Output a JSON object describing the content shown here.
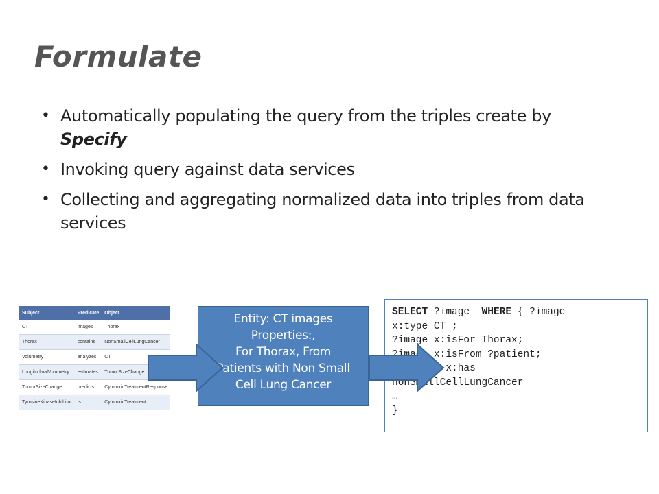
{
  "slide": {
    "title": "Formulate",
    "bullets": [
      {
        "text": "Automatically populating the query from the triples create by ",
        "emphasis": "Specify"
      },
      {
        "text": "Invoking query against data services",
        "emphasis": ""
      },
      {
        "text": "Collecting and aggregating normalized data into triples from data services",
        "emphasis": ""
      }
    ]
  },
  "triples_table": {
    "headers": [
      "Subject",
      "Predicate",
      "Object"
    ],
    "rows": [
      [
        "CT",
        "images",
        "Thorax"
      ],
      [
        "Thorax",
        "contains",
        "NonSmallCellLungCancer"
      ],
      [
        "Volumetry",
        "analyzes",
        "CT"
      ],
      [
        "LongitudinalVolumetry",
        "estimates",
        "TumorSizeChange"
      ],
      [
        "TumorSizeChange",
        "predicts",
        "CytotoxicTreatmentResponse"
      ],
      [
        "TyrosineKinaseInhibitor",
        "is",
        "CytotoxicTreatment"
      ]
    ]
  },
  "entity_box": {
    "lines": [
      "Entity: CT images",
      "Properties:,",
      "For Thorax, From",
      "Patients with Non Small",
      "Cell Lung Cancer"
    ]
  },
  "query": {
    "lines": [
      {
        "kw1": "SELECT",
        "a": " ?image  ",
        "kw2": "WHERE",
        "b": " { ?image"
      },
      {
        "kw1": "",
        "a": "x:type CT ;",
        "kw2": "",
        "b": ""
      },
      {
        "kw1": "",
        "a": "?image x:isFor Thorax;",
        "kw2": "",
        "b": ""
      },
      {
        "kw1": "",
        "a": "?image x:isFrom ?patient;",
        "kw2": "",
        "b": ""
      },
      {
        "kw1": "",
        "a": "?patient x:has",
        "kw2": "",
        "b": ""
      },
      {
        "kw1": "",
        "a": "nonSmallCellLungCancer",
        "kw2": "",
        "b": ""
      },
      {
        "kw1": "",
        "a": "…",
        "kw2": "",
        "b": ""
      },
      {
        "kw1": "",
        "a": "}",
        "kw2": "",
        "b": ""
      }
    ]
  },
  "colors": {
    "title": "#555555",
    "box_fill": "#4f81bd",
    "table_header": "#4f6fa8"
  },
  "icons": [
    "right-arrow-icon",
    "right-arrow-icon"
  ]
}
